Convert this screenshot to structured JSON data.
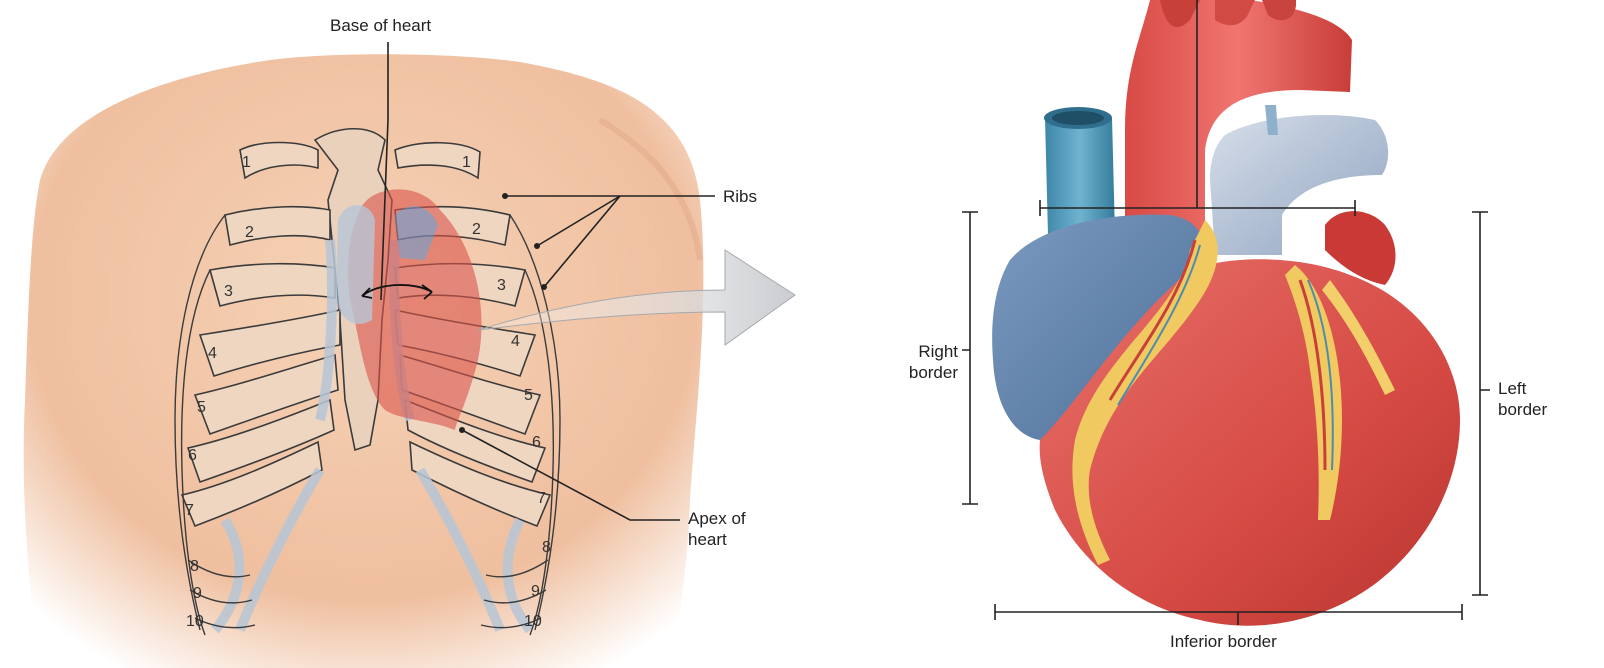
{
  "labels": {
    "base_of_heart": "Base of heart",
    "ribs": "Ribs",
    "apex_of_heart": "Apex of\nheart",
    "right_border": "Right\nborder",
    "left_border": "Left\nborder",
    "inferior_border": "Inferior border"
  },
  "rib_numbers_right_side": [
    "1",
    "2",
    "3",
    "4",
    "5",
    "6",
    "7",
    "8",
    "9",
    "10"
  ],
  "rib_numbers_left_side": [
    "1",
    "2",
    "3",
    "4",
    "5",
    "6",
    "7",
    "8",
    "9",
    "10"
  ],
  "colors": {
    "skin": "#f1c3a4",
    "rib": "#efd6c0",
    "cartilage": "#c5d3e0",
    "heart_red": "#d9534a",
    "vein_blue": "#5b7fa6",
    "fat_yellow": "#f0c960",
    "leader_line": "#222222"
  }
}
